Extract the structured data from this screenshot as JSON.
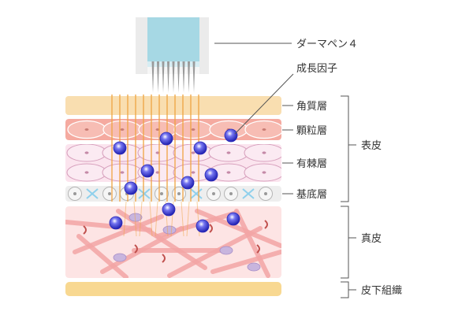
{
  "labels": {
    "dermapen": "ダーマペン４",
    "growth_factor": "成長因子",
    "stratum_corneum": "角質層",
    "stratum_granulosum": "顆粒層",
    "stratum_spinosum": "有棘層",
    "stratum_basale": "基底層",
    "epidermis": "表皮",
    "dermis": "真皮",
    "subcutaneous": "皮下組織"
  },
  "colors": {
    "pen_body": "#a6d8e4",
    "pen_frame": "#eaeaea",
    "needle": "#9a9a9a",
    "stratum_corneum": "#f9deb0",
    "stratum_granulosum": "#f5aaa0",
    "stratum_spinosum": "#fbe4ee",
    "stratum_basale": "#eeeeee",
    "dermis": "#fde4e4",
    "collagen": "#f3a5a5",
    "subcutaneous": "#f8d891",
    "channel": "#f0a341",
    "particle": "#3a3ad6"
  }
}
